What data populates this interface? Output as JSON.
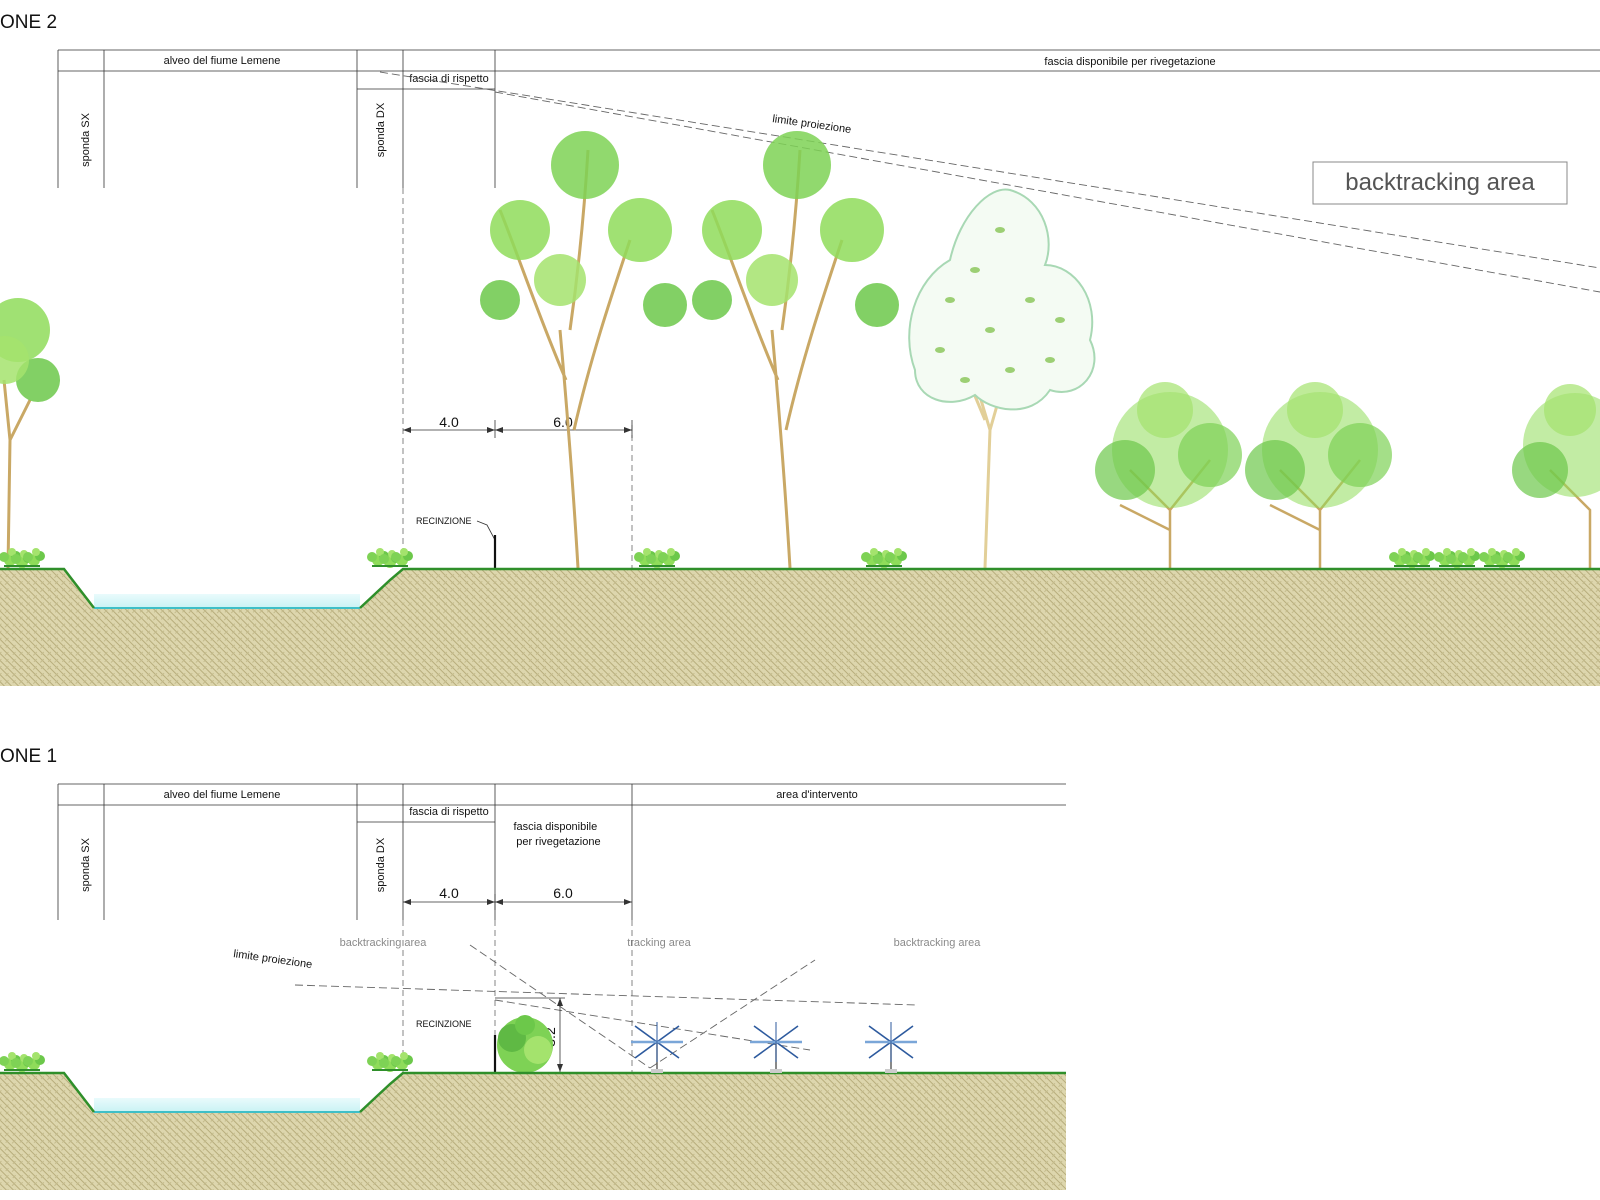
{
  "section2": {
    "title": "ONE 2",
    "header": {
      "channel": "alveo del fiume Lemene",
      "available_band": "fascia disponibile per rivegetazione",
      "buffer_band": "fascia di rispetto",
      "left_bank": "sponda SX",
      "right_bank": "sponda DX"
    },
    "projection_limit": "limite proiezione",
    "backtracking_box": "backtracking area",
    "dim_buffer": "4.0",
    "dim_available": "6.0",
    "fence": "RECINZIONE"
  },
  "section1": {
    "title": "ONE 1",
    "header": {
      "channel": "alveo del fiume Lemene",
      "buffer_band": "fascia di rispetto",
      "available_band": "fascia disponibile\nper rivegetazione",
      "intervention_area": "area d'intervento",
      "left_bank": "sponda SX",
      "right_bank": "sponda DX"
    },
    "dim_buffer": "4.0",
    "dim_available": "6.0",
    "backtracking_left": "backtracking area",
    "tracking": "tracking area",
    "backtracking_right": "backtracking area",
    "projection_limit": "limite proiezione",
    "fence": "RECINZIONE",
    "shrub_height": "3.2"
  },
  "colors": {
    "ground_fill": "#d9d2a6",
    "ground_hatch": "#b7ad7c",
    "grass": "#2f8f2a",
    "foliage": "#8fdc5a",
    "foliage_dark": "#4fae3a",
    "trunk": "#c9a865",
    "water": "#7fe0e6",
    "tracker": "#2d5a9e"
  }
}
